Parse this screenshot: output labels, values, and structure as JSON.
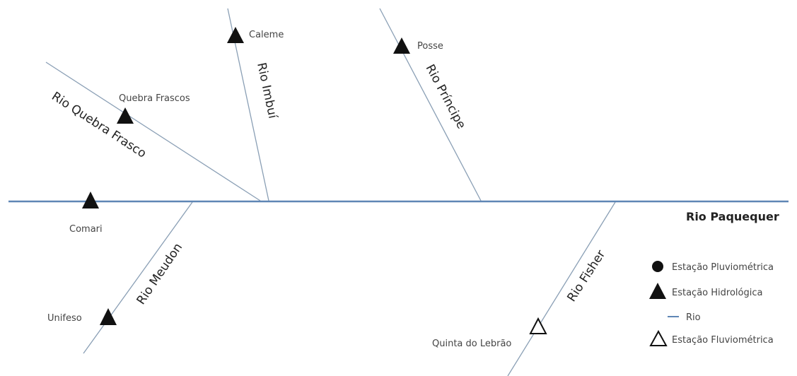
{
  "main_river": {
    "label": "Rio Paquequer"
  },
  "rivers": {
    "quebra_frasco": "Rio Quebra Frasco",
    "imbui": "Rio Imbuí",
    "principe": "Rio Príncipe",
    "meudon": "Rio Meudon",
    "fisher": "Rio Fisher"
  },
  "stations": {
    "caleme": "Caleme",
    "posse": "Posse",
    "quebra_frascos": "Quebra Frascos",
    "comari": "Comari",
    "unifeso": "Unifeso",
    "quinta_do_lebrao": "Quinta do Lebrão"
  },
  "legend": {
    "pluviometrica": "Estação Pluviométrica",
    "hidrologica": "Estação Hidrológica",
    "rio": "Rio",
    "fluviometrica": "Estação Fluviométrica"
  },
  "colors": {
    "river": "#6f8fb0",
    "main_river": "#5f86b5",
    "marker": "#111111"
  }
}
